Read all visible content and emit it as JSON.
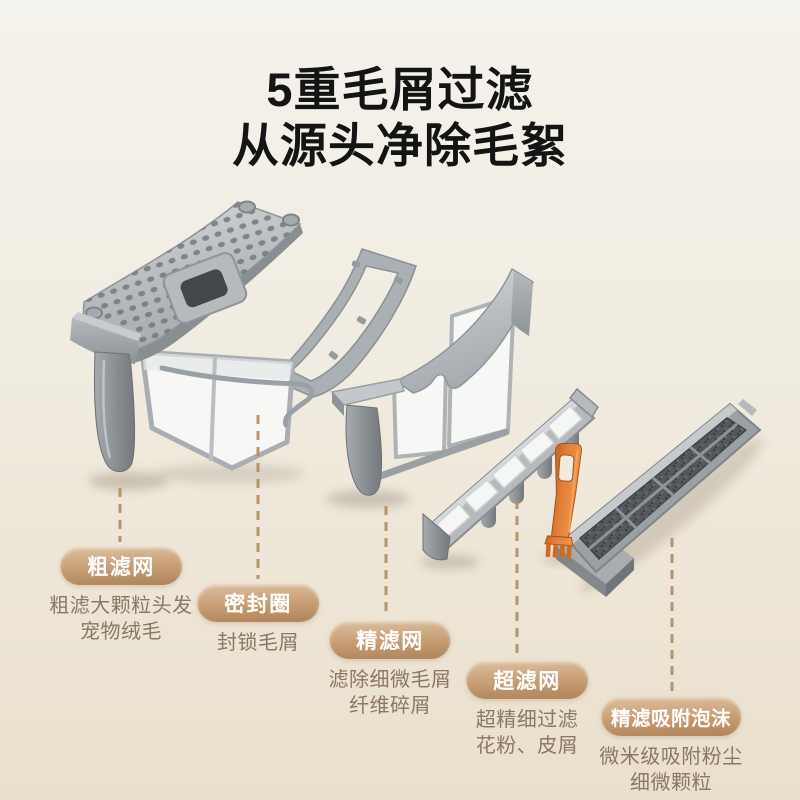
{
  "page_title": {
    "line1": "5重毛屑过滤",
    "line2": "从源头净除毛絮"
  },
  "labels": [
    {
      "badge": "粗滤网",
      "desc1": "粗滤大颗粒头发",
      "desc2": "宠物绒毛"
    },
    {
      "badge": "密封圈",
      "desc1": "封锁毛屑"
    },
    {
      "badge": "精滤网",
      "desc1": "滤除细微毛屑",
      "desc2": "纤维碎屑"
    },
    {
      "badge": "超滤网",
      "desc1": "超精细过滤",
      "desc2": "花粉、皮屑"
    },
    {
      "badge": "精滤吸附泡沫",
      "desc1": "微米级吸附粉尘",
      "desc2": "细微颗粒"
    }
  ],
  "colors": {
    "background_top": "#f4f2ec",
    "background_bottom": "#eadfcc",
    "title_text": "#141414",
    "badge_gradient_top": "#dcc0a0",
    "badge_gradient_bottom": "#b0835a",
    "badge_text": "#ffffff",
    "description_text": "#8c7767",
    "dashed_connector": "#b18c63",
    "plastic_gray": "#a9aeb2",
    "mesh_white": "#f7f8f7",
    "foam_dark": "#54585d",
    "tool_orange": "#d97a2e"
  }
}
